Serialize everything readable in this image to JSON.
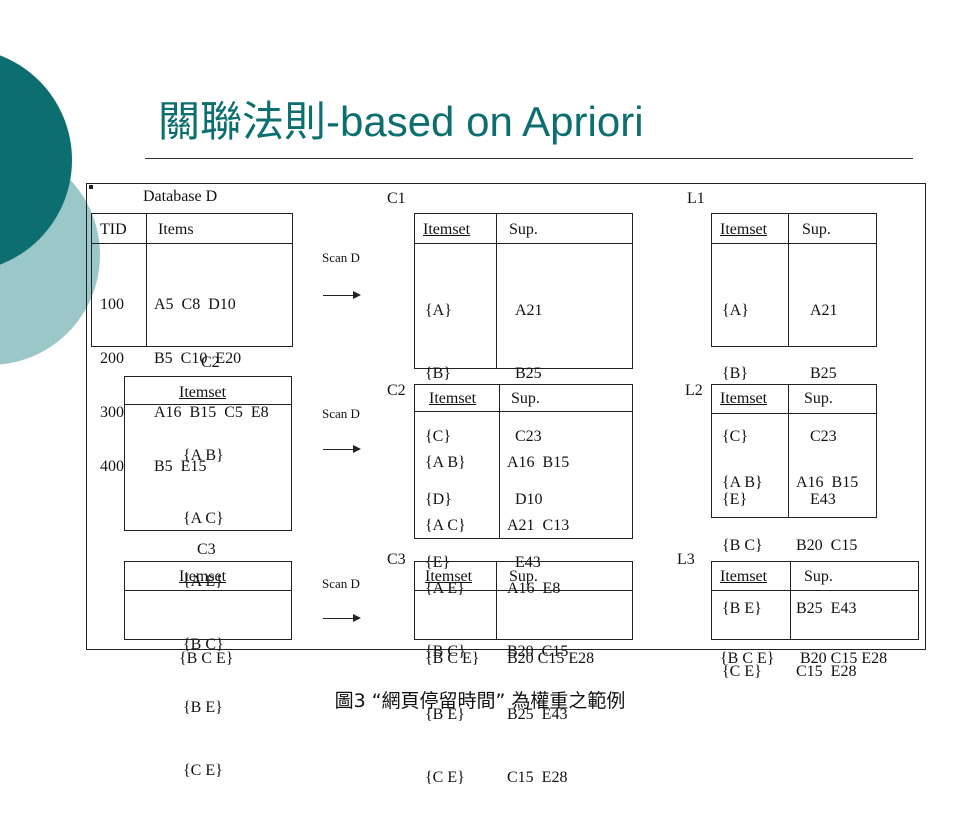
{
  "slide": {
    "title": "關聯法則-based on Apriori",
    "caption": "圖3 “網頁停留時間” 為權重之範例",
    "colors": {
      "accent_dark": "#0c6e6e",
      "accent_light": "#9cc7c9"
    }
  },
  "figure": {
    "database_label": "Database D",
    "database_table": {
      "headers": [
        "TID",
        "Items"
      ],
      "tids": [
        "100",
        "200",
        "300",
        "400"
      ],
      "items": [
        "A5  C8  D10",
        "B5  C10  E20",
        "A16  B15  C5  E8",
        "B5  E15"
      ]
    },
    "scan_label": "Scan\nD",
    "c1": {
      "label": "C1",
      "headers": [
        "Itemset",
        "Sup."
      ],
      "itemsets": [
        "{A}",
        "{B}",
        "{C}",
        "{D}",
        "{E}"
      ],
      "sups": [
        "A21",
        "B25",
        "C23",
        "D10",
        "E43"
      ]
    },
    "l1": {
      "label": "L1",
      "headers": [
        "Itemset",
        "Sup."
      ],
      "itemsets": [
        "{A}",
        "{B}",
        "{C}",
        "{E}"
      ],
      "sups": [
        "A21",
        "B25",
        "C23",
        "E43"
      ]
    },
    "c2_left": {
      "label": "C2",
      "headers": [
        "Itemset"
      ],
      "itemsets": [
        "{A B}",
        "{A C}",
        "{A E}",
        "{B C}",
        "{B E}",
        "{C E}"
      ]
    },
    "c2": {
      "label": "C2",
      "headers": [
        "Itemset",
        "Sup."
      ],
      "itemsets": [
        "{A B}",
        "{A C}",
        "{A E}",
        "{B C}",
        "{B E}",
        "{C E}"
      ],
      "sups": [
        "A16  B15",
        "A21  C13",
        "A16  E8",
        "B20  C15",
        "B25  E43",
        "C15  E28"
      ]
    },
    "l2": {
      "label": "L2",
      "headers": [
        "Itemset",
        "Sup."
      ],
      "itemsets": [
        "{A B}",
        "{B C}",
        "{B E}",
        "{C E}"
      ],
      "sups": [
        "A16  B15",
        "B20  C15",
        "B25  E43",
        "C15  E28"
      ]
    },
    "c3_left": {
      "label": "C3",
      "headers": [
        "Itemset"
      ],
      "itemsets": [
        "{B C E}"
      ]
    },
    "c3": {
      "label": "C3",
      "headers": [
        "Itemset",
        "Sup."
      ],
      "itemsets": [
        "{B C E}"
      ],
      "sups": [
        "B20 C15 E28"
      ]
    },
    "l3": {
      "label": "L3",
      "headers": [
        "Itemset",
        "Sup."
      ],
      "itemsets": [
        "{B C E}"
      ],
      "sups": [
        "B20 C15 E28"
      ]
    }
  }
}
